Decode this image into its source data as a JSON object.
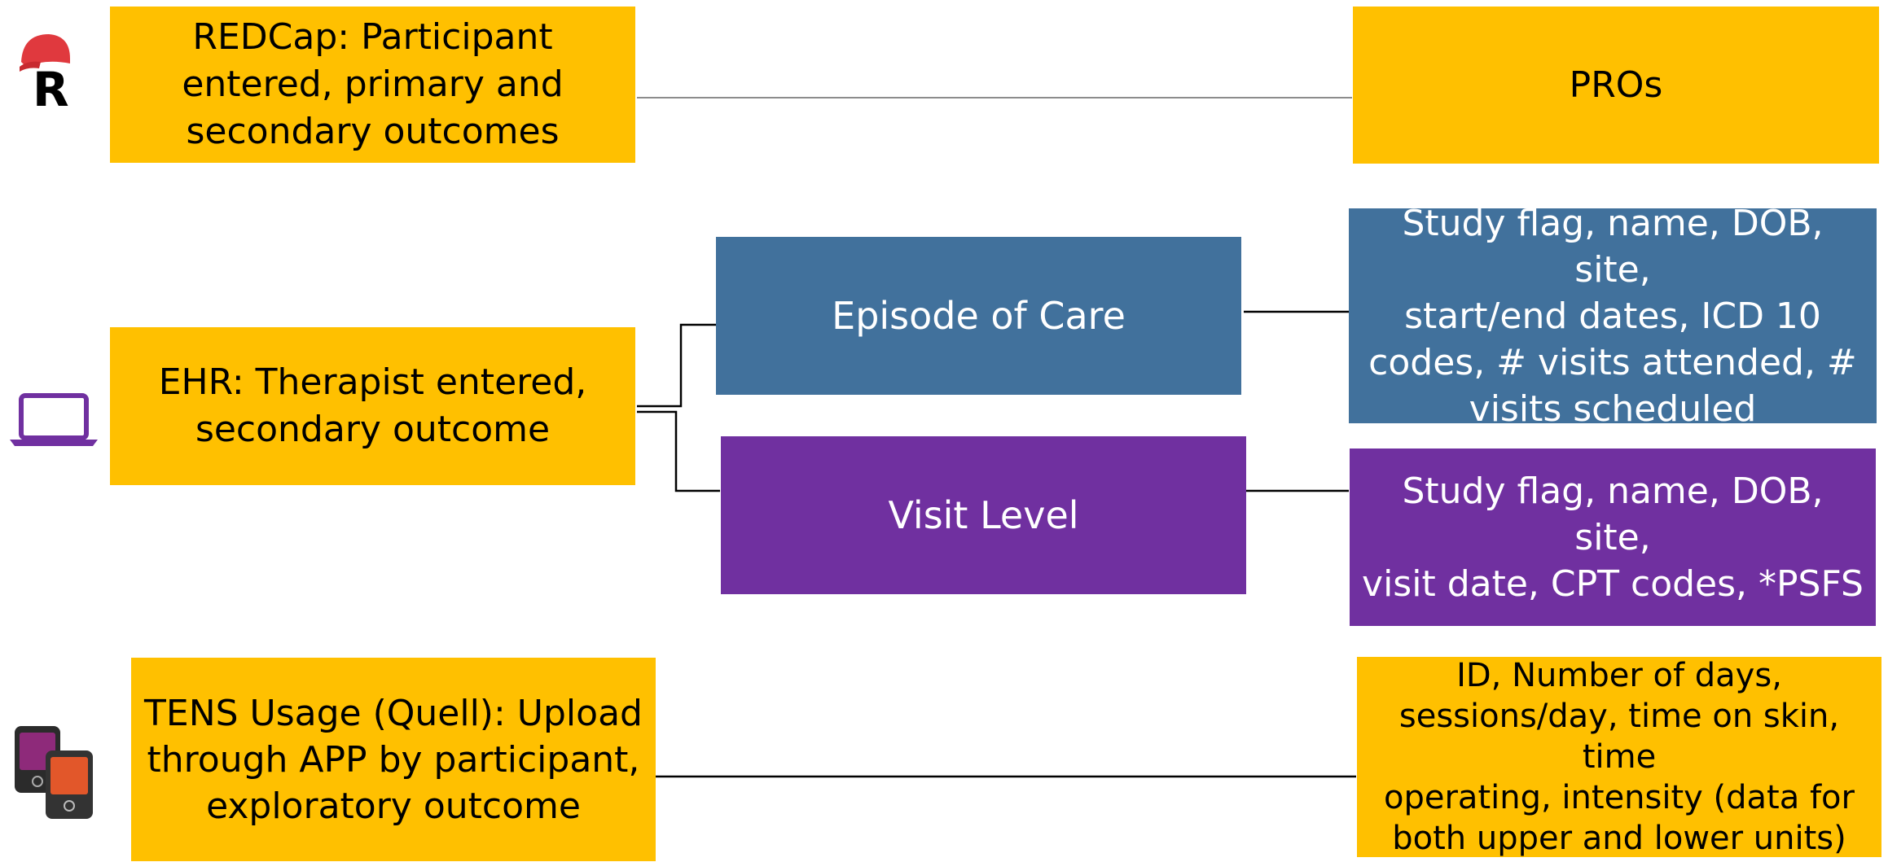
{
  "diagram": {
    "redcap": {
      "source_label": "REDCap: Participant\nentered, primary and\nsecondary outcomes",
      "target_label": "PROs"
    },
    "ehr": {
      "source_label": "EHR: Therapist entered,\nsecondary outcome",
      "episode_label": "Episode of Care",
      "episode_detail": "Study flag, name, DOB, site,\nstart/end dates, ICD 10\ncodes, # visits attended, #\nvisits scheduled",
      "visit_label": "Visit Level",
      "visit_detail": "Study flag, name, DOB, site,\nvisit date, CPT codes, *PSFS"
    },
    "tens": {
      "source_label": "TENS Usage (Quell): Upload\nthrough APP by participant,\nexploratory outcome",
      "target_label": "ID, Number of days,\nsessions/day, time on skin, time\noperating, intensity (data for\nboth upper and lower units)"
    },
    "icons": [
      "redcap-logo-icon",
      "laptop-icon",
      "tens-device-icon"
    ],
    "colors": {
      "gold": "#FFC000",
      "blue": "#41719C",
      "purple": "#7030A0",
      "redcap_red": "#E0393E"
    }
  }
}
